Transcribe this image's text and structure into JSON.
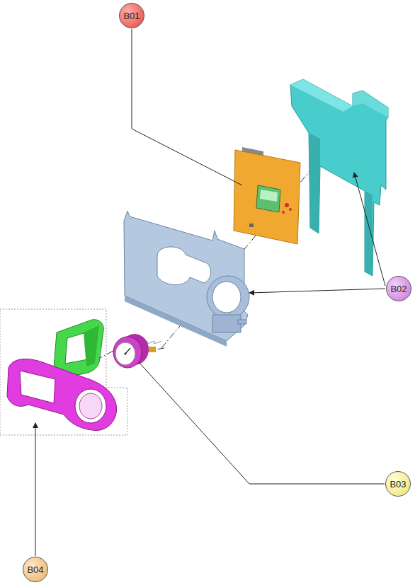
{
  "diagram": {
    "nodes": [
      {
        "text": [
          "B01"
        ]
      },
      {
        "text": [
          "B02"
        ]
      },
      {
        "text": [
          "B03"
        ]
      },
      {
        "text": [
          "B04"
        ]
      }
    ]
  }
}
